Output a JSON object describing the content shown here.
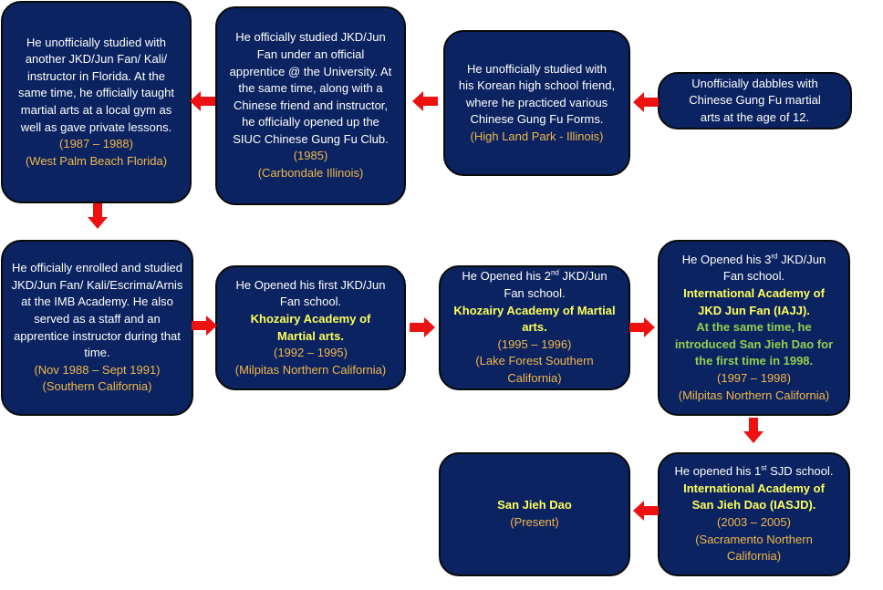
{
  "colors": {
    "box_fill": "#0b2360",
    "text": "#ffffff",
    "orange": "#f2b84b",
    "yellow": "#ffff5a",
    "green": "#92d050",
    "arrow": "#ee1111"
  },
  "boxes": {
    "b1": {
      "line1": "Unofficially dabbles with",
      "line2": "Chinese Gung Fu martial",
      "line3": "arts at the age of 12."
    },
    "b2": {
      "text": "He unofficially studied with his Korean high school friend, where he practiced various Chinese Gung Fu Forms.",
      "place": "(High Land Park - Illinois)"
    },
    "b3": {
      "text": "He officially studied JKD/Jun Fan under an official apprentice @ the University.  At the same time, along with a Chinese friend and instructor, he officially opened up the SIUC Chinese Gung Fu Club.",
      "years": "(1985)",
      "place": "(Carbondale Illinois)"
    },
    "b4": {
      "text": "He unofficially studied with another  JKD/Jun Fan/ Kali/ instructor in Florida.  At the same time, he officially taught martial arts at a local gym as well as gave private lessons.",
      "years": "(1987 – 1988)",
      "place": "(West Palm Beach Florida)"
    },
    "b5": {
      "text": "He officially enrolled and studied JKD/Jun Fan/ Kali/Escrima/Arnis at the IMB Academy.  He also served as a staff and an apprentice instructor during that time.",
      "years": "(Nov 1988 – Sept 1991)",
      "place": "(Southern California)"
    },
    "b6": {
      "text": "He Opened his first JKD/Jun Fan school.",
      "school": "Khozairy Academy of Martial arts.",
      "years": "(1992 – 1995)",
      "place": "(Milpitas Northern California)"
    },
    "b7": {
      "pre": "He Opened his 2",
      "sup": "nd",
      "post": " JKD/Jun Fan school.",
      "school": "Khozairy Academy of Martial arts.",
      "years": "(1995 – 1996)",
      "place": "(Lake Forest Southern California)"
    },
    "b8": {
      "pre": "He Opened his 3",
      "sup": "rd",
      "post": " JKD/Jun Fan school.",
      "school": "International Academy of JKD Jun Fan (IAJJ).",
      "note": "At the same time, he introduced San Jieh Dao for the first time in 1998.",
      "years": "(1997 – 1998)",
      "place": "(Milpitas Northern California)"
    },
    "b9": {
      "pre": "He opened his 1",
      "sup": "st",
      "post": " SJD school.",
      "school": "International Academy of San Jieh Dao (IASJD).",
      "years": "(2003 – 2005)",
      "place": "(Sacramento Northern California)"
    },
    "b10": {
      "title": "San Jieh Dao",
      "years": "(Present)"
    }
  }
}
